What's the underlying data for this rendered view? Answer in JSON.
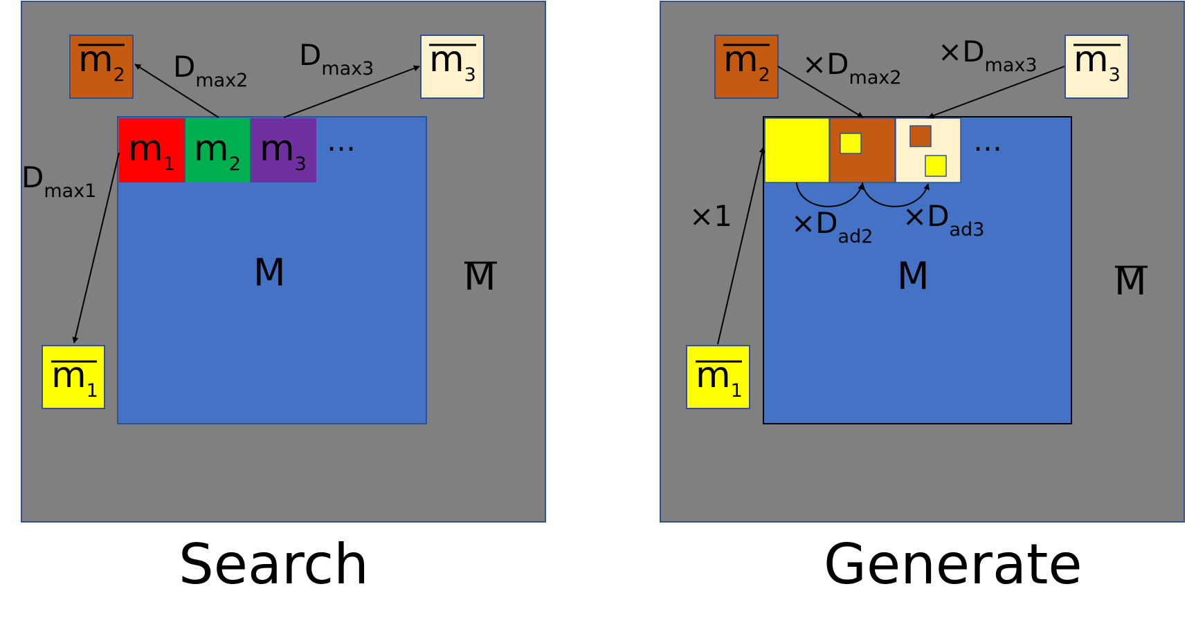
{
  "colors": {
    "outer": "#808080",
    "outer_border": "#2f528f",
    "inner": "#4472c4",
    "red": "#ff0000",
    "green": "#00b050",
    "purple": "#7030a0",
    "yellow": "#ffff00",
    "brown": "#c55a11",
    "cream": "#fff2cc"
  },
  "search": {
    "caption": "Search",
    "outer_label": "M",
    "inner_label": "M",
    "ellipsis": "…",
    "cells": [
      {
        "base": "m",
        "sub": "1"
      },
      {
        "base": "m",
        "sub": "2"
      },
      {
        "base": "m",
        "sub": "3"
      }
    ],
    "bar_boxes": [
      {
        "base": "m",
        "sub": "1"
      },
      {
        "base": "m",
        "sub": "2"
      },
      {
        "base": "m",
        "sub": "3"
      }
    ],
    "arrow_labels": [
      {
        "base": "D",
        "sub": "max1"
      },
      {
        "base": "D",
        "sub": "max2"
      },
      {
        "base": "D",
        "sub": "max3"
      }
    ]
  },
  "generate": {
    "caption": "Generate",
    "outer_label": "M",
    "inner_label": "M",
    "ellipsis": "…",
    "bar_boxes": [
      {
        "base": "m",
        "sub": "1"
      },
      {
        "base": "m",
        "sub": "2"
      },
      {
        "base": "m",
        "sub": "3"
      }
    ],
    "scale_one": "×1",
    "scale_labels": [
      {
        "prefix": "×",
        "base": "D",
        "sub": "max2"
      },
      {
        "prefix": "×",
        "base": "D",
        "sub": "max3"
      },
      {
        "prefix": "×",
        "base": "D",
        "sub": "ad2"
      },
      {
        "prefix": "×",
        "base": "D",
        "sub": "ad3"
      }
    ]
  }
}
